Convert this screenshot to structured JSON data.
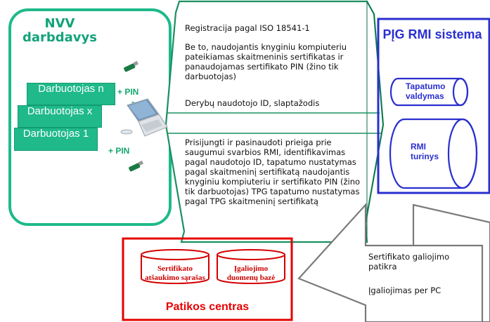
{
  "nvv": {
    "title": "NVV darbdavys",
    "employees": [
      "Darbuotojas n",
      "Darbuotojas x",
      "Darbuotojas 1"
    ],
    "pin_top": "+ PIN",
    "pin_bottom": "+ PIN"
  },
  "registration": {
    "title": "Registracija pagal ISO 18541-1",
    "description": "Be to, naudojantis knyginiu kompiuteriu pateikiamas skaitmeninis sertifikatas ir panaudojamas sertifikato PIN (žino tik darbuotojas)",
    "credentials": "Derybų naudotojo ID, slaptažodis"
  },
  "access": {
    "text": "Prisijungti ir pasinaudoti prieiga prie saugumui svarbios RMI, identifikavimas pagal naudotojo ID, tapatumo nustatymas pagal skaitmeninį sertifikatą naudojantis knyginiu kompiuteriu ir sertifikato PIN (žino tik darbuotojas) TPG tapatumo nustatymas pagal TPG skaitmeninį sertifikatą"
  },
  "rmi": {
    "title": "PĮG RMI sistema",
    "identity": "Tapatumo valdymas",
    "content": "RMI turinys"
  },
  "check_center": {
    "title": "Patikos centras",
    "revocation": "Sertifikato atšaukimo sąrašas",
    "authority_db": "Įgaliojimo duomenų bazė"
  },
  "arrow": {
    "validity": "Sertifikato galiojimo patikra",
    "authorization": "Įgaliojimas per PC"
  },
  "colors": {
    "green": "#1fb98a",
    "blue": "#2a2fd0",
    "red": "#e60000"
  }
}
